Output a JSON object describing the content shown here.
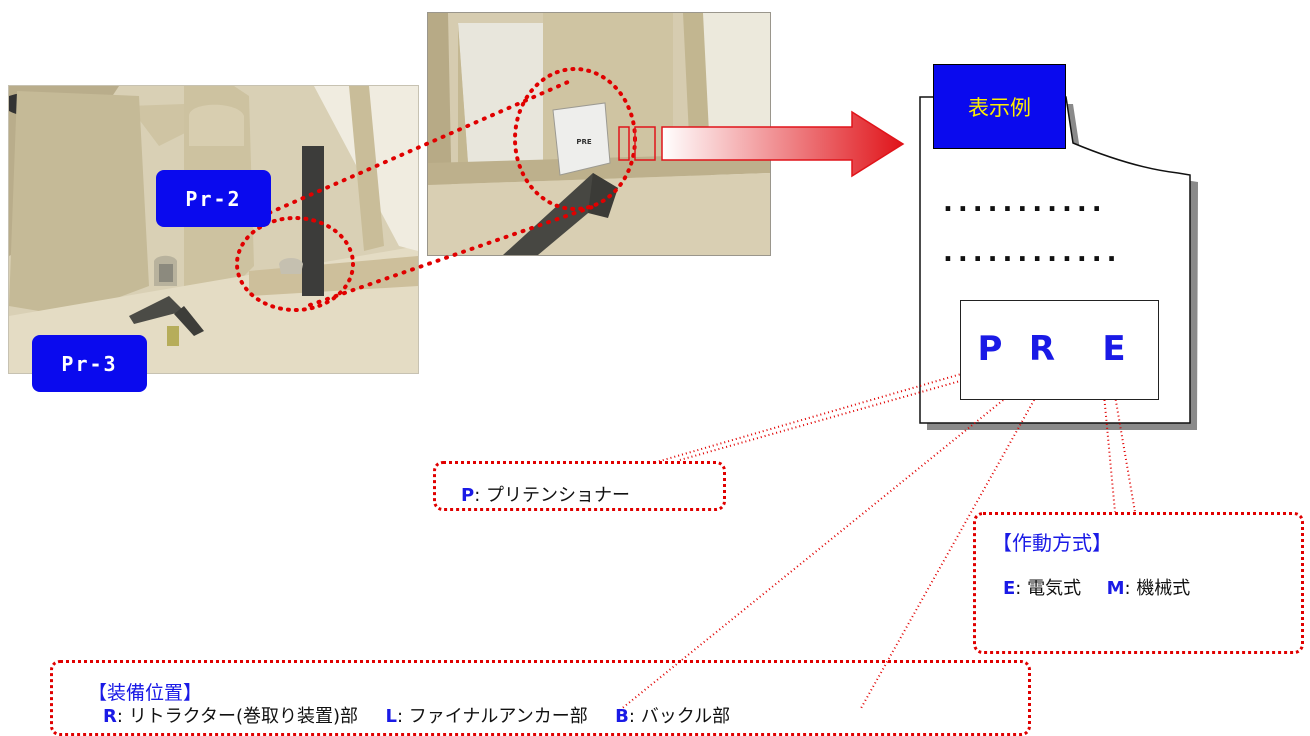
{
  "tags": {
    "pr2": "Pr-2",
    "pr3": "Pr-3"
  },
  "label_plate": "PRE",
  "document": {
    "title": "表示例",
    "dots_line1": "...........",
    "dots_line2": "............",
    "codes": [
      "P",
      "R",
      "E"
    ]
  },
  "legend_p": {
    "key": "P",
    "sep": ":",
    "text": "プリテンショナー"
  },
  "legend_operation": {
    "heading": "【作動方式】",
    "items": [
      {
        "key": "E",
        "sep": ":",
        "text": "電気式"
      },
      {
        "key": "M",
        "sep": ":",
        "text": "機械式"
      }
    ]
  },
  "legend_position": {
    "heading": "【装備位置】",
    "items": [
      {
        "key": "R",
        "sep": ":",
        "text": "リトラクター(巻取り装置)部"
      },
      {
        "key": "L",
        "sep": ":",
        "text": "ファイナルアンカー部"
      },
      {
        "key": "B",
        "sep": ":",
        "text": "バックル部"
      }
    ]
  },
  "colors": {
    "tag_blue": "#0a0aee",
    "title_yellow": "#ffee00",
    "code_blue": "#1a1ae6",
    "dotted_red": "#e00000",
    "arrow_red": "#e0141a"
  }
}
